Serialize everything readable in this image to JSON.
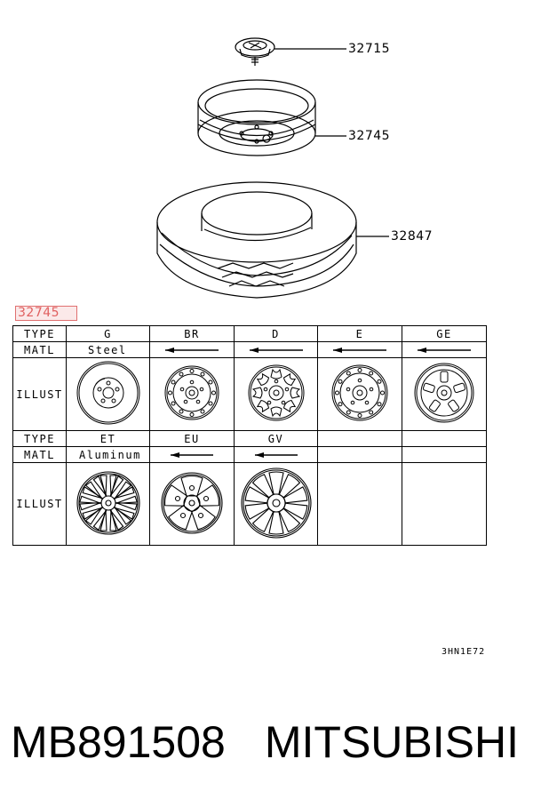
{
  "callouts": [
    {
      "part": "32715"
    },
    {
      "part": "32745"
    },
    {
      "part": "32847"
    }
  ],
  "section_ref": "32745",
  "table": {
    "row1": {
      "type_label": "TYPE",
      "matl_label": "MATL",
      "illust_label": "ILLUST",
      "types": [
        "G",
        "BR",
        "D",
        "E",
        "GE"
      ],
      "material": "Steel"
    },
    "row2": {
      "type_label": "TYPE",
      "matl_label": "MATL",
      "illust_label": "ILLUST",
      "types": [
        "ET",
        "EU",
        "GV",
        "",
        ""
      ],
      "material": "Aluminum"
    }
  },
  "drawing_code": "3HN1E72",
  "footer": {
    "part_number": "MB891508",
    "brand": "MITSUBISHI"
  }
}
